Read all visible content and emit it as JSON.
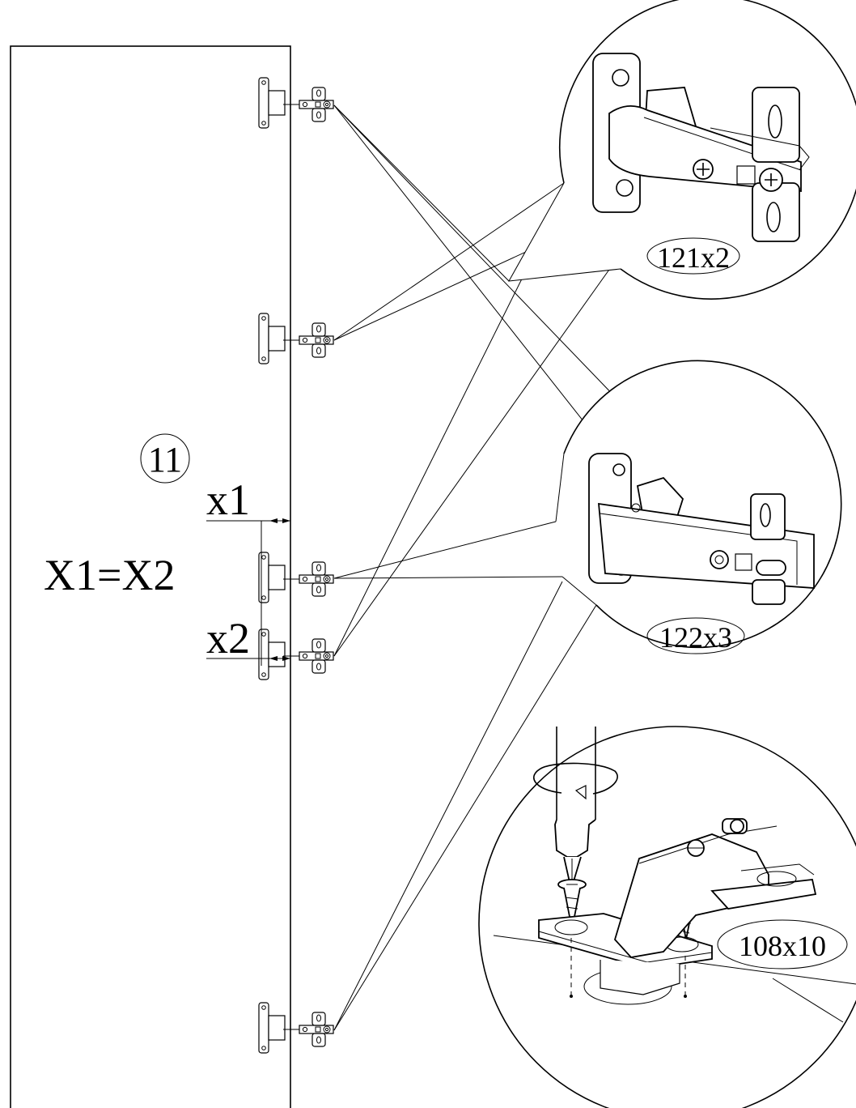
{
  "panel": {
    "part_number": "11",
    "dimension_x1": "x1",
    "dimension_x2": "x2",
    "equation": "X1=X2"
  },
  "details": [
    {
      "part_label": "121x2"
    },
    {
      "part_label": "122x3"
    },
    {
      "part_label": "108x10"
    }
  ],
  "icons": [
    "hinge-icon",
    "screwdriver-icon",
    "screw-icon",
    "rotation-arrow-icon"
  ]
}
